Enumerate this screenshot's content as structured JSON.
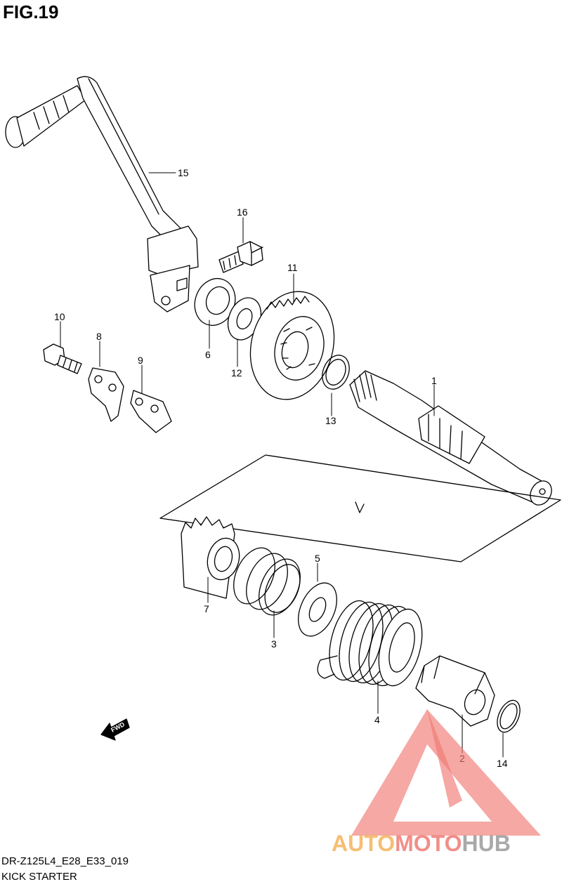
{
  "header": {
    "figure_title": "FIG.19"
  },
  "footer": {
    "model_code": "DR-Z125L4_E28_E33_019",
    "section_name": "KICK STARTER"
  },
  "parts": [
    {
      "label": "1"
    },
    {
      "label": "2"
    },
    {
      "label": "3"
    },
    {
      "label": "4"
    },
    {
      "label": "5"
    },
    {
      "label": "6"
    },
    {
      "label": "7"
    },
    {
      "label": "8"
    },
    {
      "label": "9"
    },
    {
      "label": "10"
    },
    {
      "label": "11"
    },
    {
      "label": "12"
    },
    {
      "label": "13"
    },
    {
      "label": "14"
    },
    {
      "label": "15"
    },
    {
      "label": "16"
    }
  ],
  "direction_arrow": {
    "label": "FWD"
  },
  "watermark": {
    "part1": "AUTO",
    "part2": "MOTO",
    "part3": "HUB",
    "colors": {
      "auto": "#f5b35a",
      "moto": "#ef7a73",
      "hub": "#9a9a9a",
      "triangle": "#ef7a73"
    }
  }
}
